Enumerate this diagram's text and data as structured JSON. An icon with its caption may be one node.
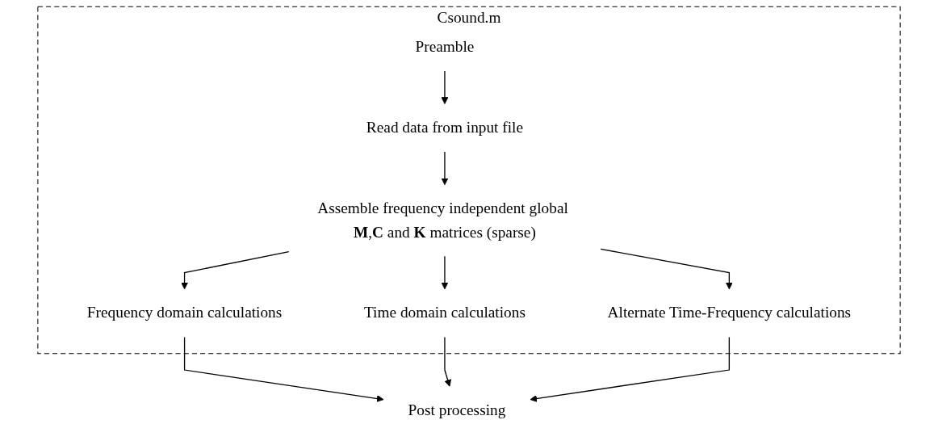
{
  "diagram": {
    "nodes": [
      {
        "text": [
          "Csound.m"
        ]
      },
      {
        "text": [
          "Preamble"
        ],
        "in": 0
      },
      {
        "text": [
          "Read data from input file"
        ],
        "in": 0
      },
      {
        "text": [
          "Assemble frequency independent global **M**,**C** and **K** matrices (sparse)"
        ],
        "in": 0
      },
      {
        "text": [
          "Frequency domain calculations"
        ],
        "in": 0
      },
      {
        "text": [
          "Time domain calculations"
        ],
        "in": 0
      },
      {
        "text": [
          "Alternate Time-Frequency calculations"
        ],
        "in": 0
      },
      {
        "text": [
          "Post processing"
        ]
      }
    ],
    "edges": [
      {
        "from": 1,
        "to": 2,
        "arrow": "to"
      },
      {
        "from": 2,
        "to": 3,
        "arrow": "to"
      },
      {
        "from": 3,
        "to": 4,
        "arrow": "to"
      },
      {
        "from": 3,
        "to": 5,
        "arrow": "to"
      },
      {
        "from": 3,
        "to": 6,
        "arrow": "to"
      },
      {
        "from": 4,
        "to": 7,
        "arrow": "to"
      },
      {
        "from": 5,
        "to": 7,
        "arrow": "to"
      },
      {
        "from": 6,
        "to": 7,
        "arrow": "to"
      }
    ]
  }
}
